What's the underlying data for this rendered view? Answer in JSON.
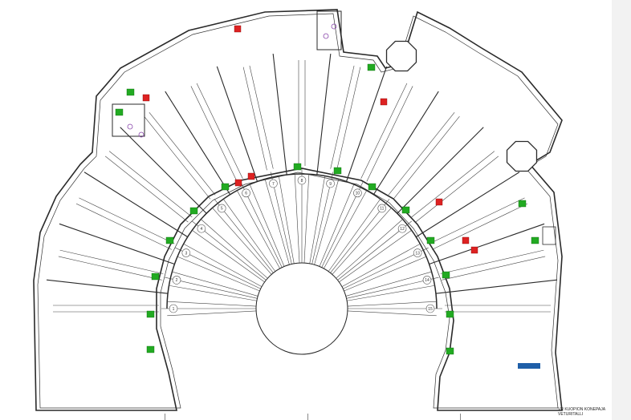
{
  "title_block": {
    "line1": "VR KUOPION KONEPAJA",
    "line2": "VETURITALLI"
  },
  "stall_numbers": [
    "1",
    "2",
    "3",
    "4",
    "5",
    "6",
    "7",
    "8",
    "9",
    "10",
    "11",
    "12",
    "13",
    "14",
    "15"
  ],
  "colors": {
    "wall": "#2a2a2a",
    "exit_sign": "#22aa22",
    "fire_equipment": "#dd2222",
    "wc_symbol": "#8844aa",
    "panel": "#1f5fa8"
  },
  "symbol_kinds": [
    "exit-sign",
    "fire-extinguisher",
    "wc-symbol",
    "electrical-panel"
  ]
}
